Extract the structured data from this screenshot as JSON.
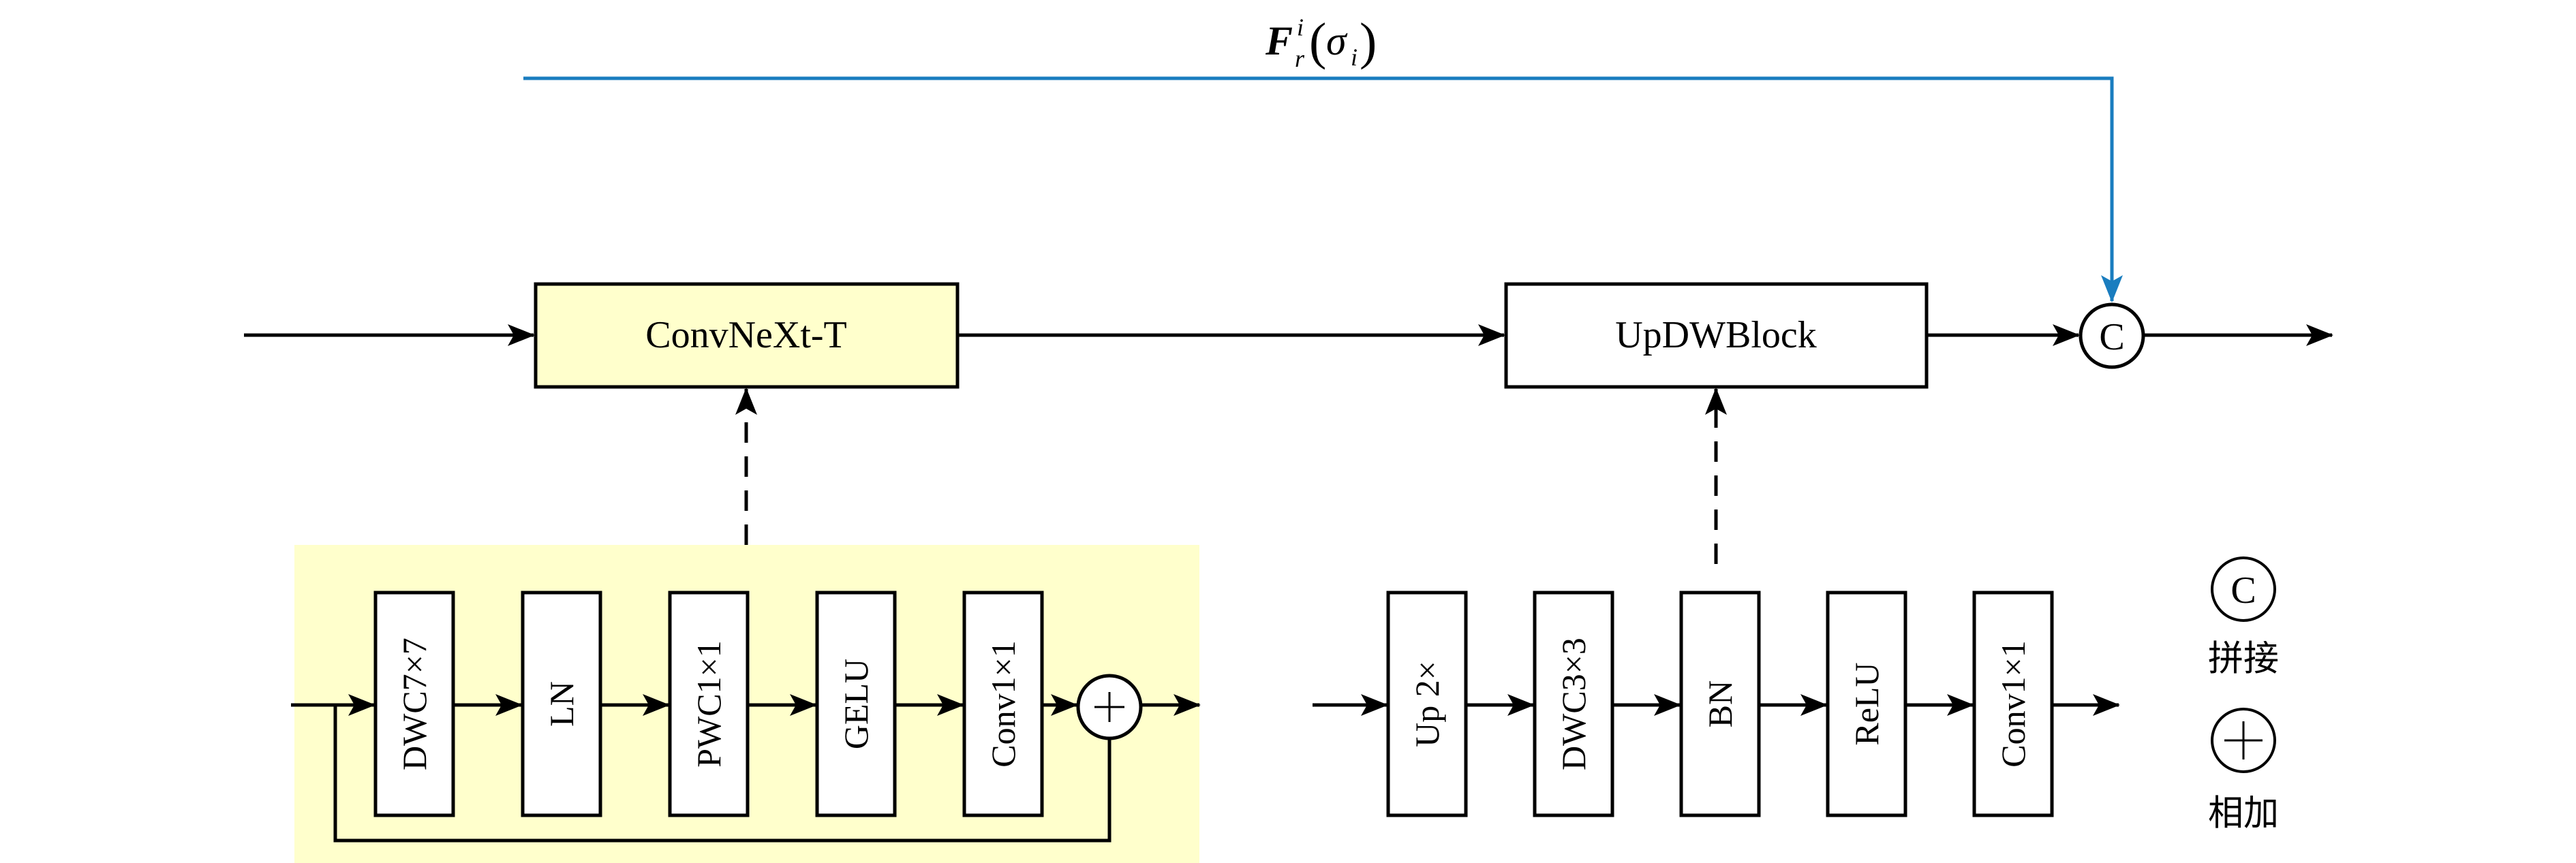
{
  "diagram": {
    "skip_label": {
      "base": "F",
      "superscript": "i",
      "subscript": "r",
      "argument_open": "(",
      "argument_symbol": "σ",
      "argument_subscript": "i",
      "argument_close": ")"
    },
    "top_path": {
      "encoder_block": "ConvNeXt-T",
      "decoder_block": "UpDWBlock",
      "concat_node": "C"
    },
    "encoder_detail": {
      "blocks": [
        "DWC7×7",
        "LN",
        "PWC1×1",
        "GELU",
        "Conv1×1"
      ],
      "add_node": "+"
    },
    "decoder_detail": {
      "blocks": [
        "Up 2×",
        "DWC3×3",
        "BN",
        "ReLU",
        "Conv1×1"
      ]
    },
    "legend": [
      {
        "symbol": "C",
        "label": "拼接"
      },
      {
        "symbol": "+",
        "label": "相加"
      }
    ],
    "colors": {
      "skip_line": "#1a7dbf",
      "highlight_fill": "#ffffcc",
      "stroke": "#000000"
    }
  }
}
